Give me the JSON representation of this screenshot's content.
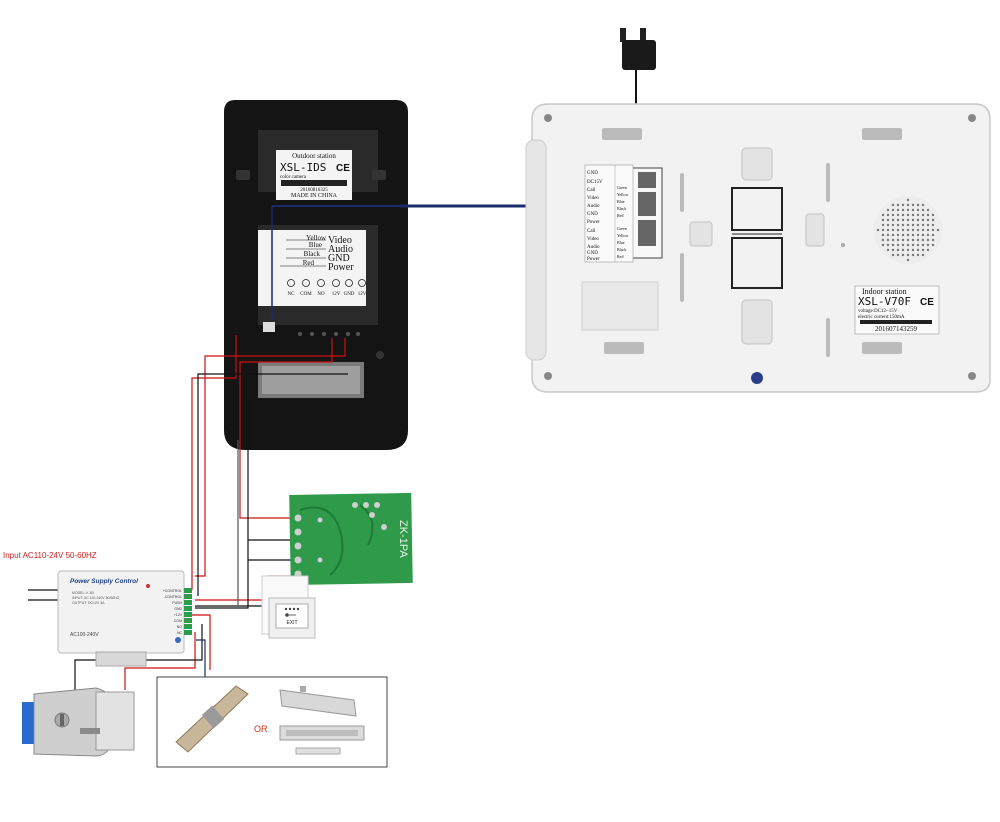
{
  "outdoor": {
    "label_title": "Outdoor station",
    "model": "XSL-IDS",
    "ce_mark": "CE",
    "subtitle": "color camera",
    "serial": "20160816325",
    "origin": "MADE IN CHINA",
    "wires": [
      {
        "color_name": "Yellow",
        "signal": "Video",
        "hex": "#d9c200"
      },
      {
        "color_name": "Blue",
        "signal": "Audio",
        "hex": "#1a3a9a"
      },
      {
        "color_name": "Black",
        "signal": "GND",
        "hex": "#111111"
      },
      {
        "color_name": "Red",
        "signal": "Power",
        "hex": "#cc1111"
      }
    ],
    "terminals": [
      "NC",
      "COM",
      "NO",
      "12V",
      "GND",
      "12V"
    ]
  },
  "indoor": {
    "label_title": "Indoor station",
    "model": "XSL-V70F",
    "ce_mark": "CE",
    "voltage": "voltage:DC12~15V",
    "current": "electric current:150mA",
    "serial": "201607143259",
    "terminal_labels": [
      "GND",
      "DC15V",
      "Call",
      "Video",
      "Audio",
      "GND",
      "Power",
      "Call",
      "Video",
      "Audio",
      "GND",
      "Power"
    ],
    "terminal_wire_labels": [
      "Green",
      "Yellow",
      "Blue",
      "Black",
      "Red",
      "Green",
      "Yellow",
      "Blue",
      "Black",
      "Red"
    ]
  },
  "power_supply": {
    "input_label": "Input AC110-24V 50-60HZ",
    "title": "Power Supply Control",
    "lines": [
      "MODEL: K-80",
      "INPUT: AC 110-240V 50/60HZ",
      "OUTPUT: DC12V 3A"
    ],
    "voltage_mark": "AC100-240V",
    "terminals": [
      "+CONTROL",
      "-CONTROL",
      "PUSH",
      "GND",
      "+12V",
      "COM",
      "NO",
      "NC"
    ]
  },
  "module": {
    "label": "ZK-1PA"
  },
  "exit_button": {
    "label": "EXIT"
  },
  "locks": {
    "or_label": "OR"
  },
  "colors": {
    "red_wire": "#cc1111",
    "black_wire": "#111111",
    "blue_wire": "#1a2a6a",
    "input_text": "#cc2222"
  }
}
